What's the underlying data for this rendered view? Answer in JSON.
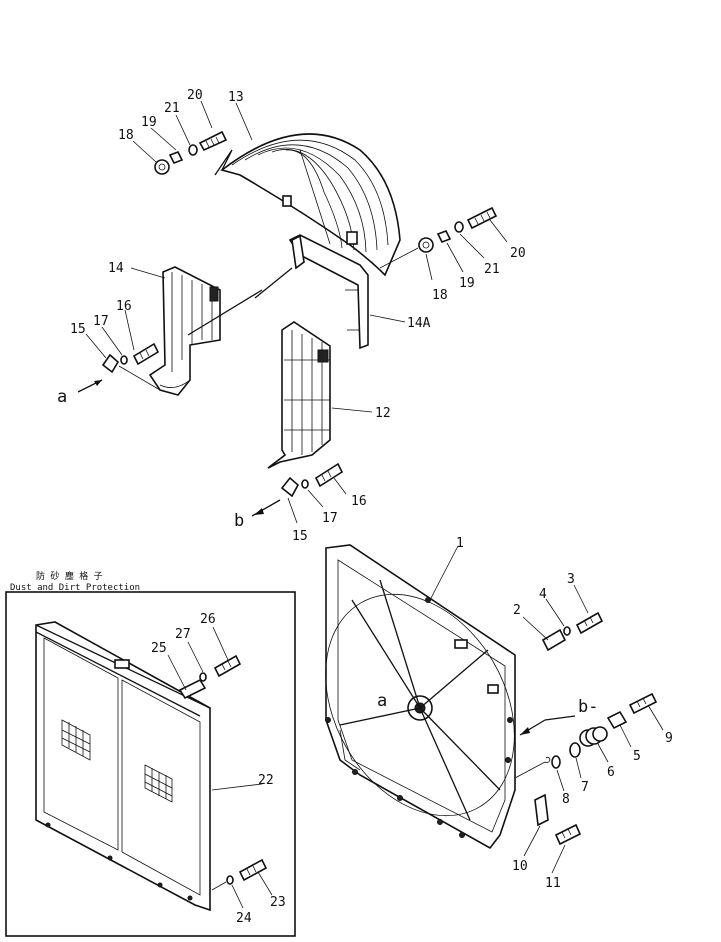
{
  "inset": {
    "title_jp": "防 砂 塵 格 子",
    "title_en": "Dust and Dirt Protection"
  },
  "callouts": [
    {
      "id": "c1",
      "text": "1"
    },
    {
      "id": "c2",
      "text": "2"
    },
    {
      "id": "c3",
      "text": "3"
    },
    {
      "id": "c4",
      "text": "4"
    },
    {
      "id": "c5",
      "text": "5"
    },
    {
      "id": "c6",
      "text": "6"
    },
    {
      "id": "c7",
      "text": "7"
    },
    {
      "id": "c8",
      "text": "8"
    },
    {
      "id": "c9",
      "text": "9"
    },
    {
      "id": "c10",
      "text": "10"
    },
    {
      "id": "c11",
      "text": "11"
    },
    {
      "id": "c12",
      "text": "12"
    },
    {
      "id": "c13",
      "text": "13"
    },
    {
      "id": "c14",
      "text": "14"
    },
    {
      "id": "c14a",
      "text": "14A"
    },
    {
      "id": "c15a",
      "text": "15"
    },
    {
      "id": "c15b",
      "text": "15"
    },
    {
      "id": "c16a",
      "text": "16"
    },
    {
      "id": "c16b",
      "text": "16"
    },
    {
      "id": "c17a",
      "text": "17"
    },
    {
      "id": "c17b",
      "text": "17"
    },
    {
      "id": "c18a",
      "text": "18"
    },
    {
      "id": "c18b",
      "text": "18"
    },
    {
      "id": "c19a",
      "text": "19"
    },
    {
      "id": "c19b",
      "text": "19"
    },
    {
      "id": "c20a",
      "text": "20"
    },
    {
      "id": "c20b",
      "text": "20"
    },
    {
      "id": "c21a",
      "text": "21"
    },
    {
      "id": "c21b",
      "text": "21"
    },
    {
      "id": "c22",
      "text": "22"
    },
    {
      "id": "c23",
      "text": "23"
    },
    {
      "id": "c24",
      "text": "24"
    },
    {
      "id": "c25",
      "text": "25"
    },
    {
      "id": "c26",
      "text": "26"
    },
    {
      "id": "c27",
      "text": "27"
    }
  ],
  "view_marks": [
    {
      "id": "va1",
      "text": "a"
    },
    {
      "id": "vb1",
      "text": "b"
    },
    {
      "id": "va2",
      "text": "a"
    },
    {
      "id": "vb2",
      "text": "b-"
    }
  ]
}
